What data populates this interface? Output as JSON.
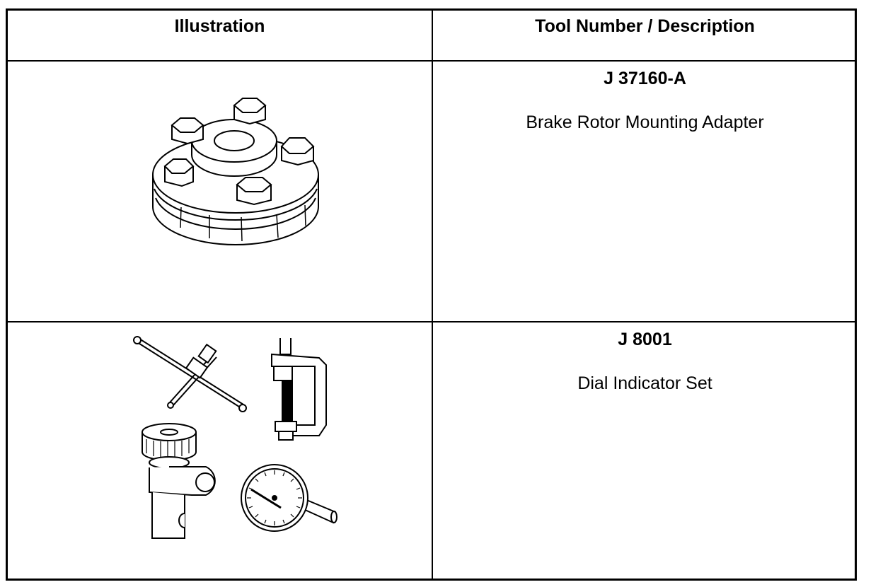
{
  "table": {
    "headers": [
      "Illustration",
      "Tool Number / Description"
    ],
    "rows": [
      {
        "tool_number": "J 37160-A",
        "description": "Brake Rotor Mounting Adapter",
        "illustration_icon": "brake-rotor-adapter-illustration"
      },
      {
        "tool_number": "J 8001",
        "description": "Dial Indicator Set",
        "illustration_icon": "dial-indicator-set-illustration"
      }
    ]
  }
}
